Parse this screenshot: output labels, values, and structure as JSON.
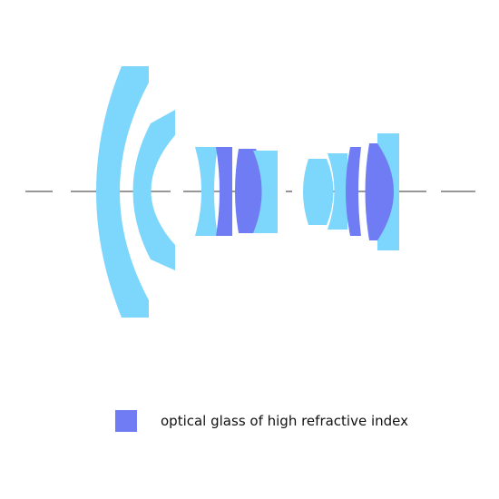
{
  "legend": {
    "label": "optical glass of high refractive index"
  },
  "colors": {
    "standard_glass": "#7dd6fb",
    "high_index_glass": "#6f7cf4",
    "optical_axis": "#5a5a5a",
    "background": "#ffffff"
  },
  "lens_elements": [
    {
      "id": 1,
      "type": "meniscus",
      "material": "standard"
    },
    {
      "id": 2,
      "type": "meniscus",
      "material": "standard"
    },
    {
      "id": 3,
      "type": "biconcave",
      "material": "standard"
    },
    {
      "id": 4,
      "type": "plano-concave",
      "material": "high_index"
    },
    {
      "id": 5,
      "type": "biconvex",
      "material": "high_index"
    },
    {
      "id": 6,
      "type": "plano-convex",
      "material": "standard"
    },
    {
      "id": 7,
      "type": "biconvex",
      "material": "standard"
    },
    {
      "id": 8,
      "type": "concave",
      "material": "standard"
    },
    {
      "id": 9,
      "type": "meniscus",
      "material": "high_index"
    },
    {
      "id": 10,
      "type": "convex",
      "material": "high_index"
    },
    {
      "id": 11,
      "type": "meniscus",
      "material": "standard"
    }
  ]
}
